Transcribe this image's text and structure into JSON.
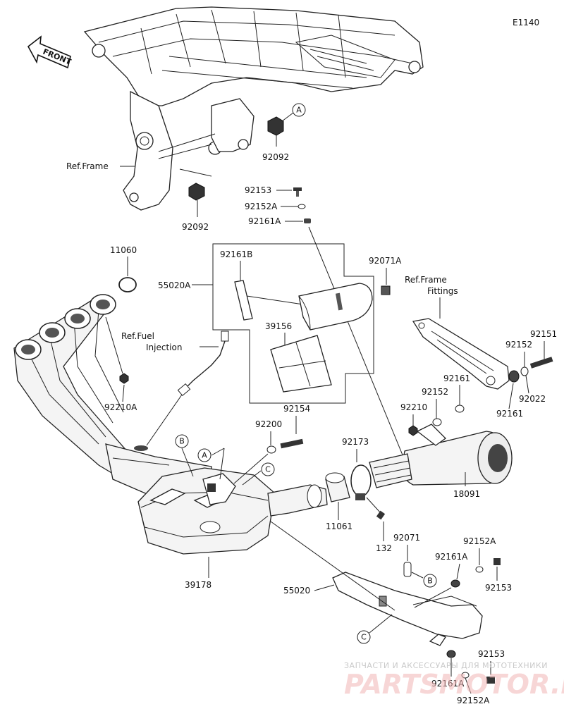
{
  "diagram_code": "E1140",
  "front_label": "FRONT",
  "labels": {
    "ref_frame_top": "Ref.Frame",
    "ref_frame_fittings_1": "Ref.Frame",
    "ref_frame_fittings_2": "Fittings",
    "ref_fuel_1": "Ref.Fuel",
    "ref_fuel_2": "Injection"
  },
  "part_numbers": {
    "p92092_a": "92092",
    "p92092_b": "92092",
    "p92153_top": "92153",
    "p92152A_top": "92152A",
    "p92161A_top": "92161A",
    "p11060": "11060",
    "p92161B": "92161B",
    "p55020A": "55020A",
    "p92071A": "92071A",
    "p39156": "39156",
    "p92151": "92151",
    "p92152_r1": "92152",
    "p92161_r1": "92161",
    "p92022": "92022",
    "p92152_r2": "92152",
    "p92161_r2": "92161",
    "p92210": "92210",
    "p92210A": "92210A",
    "p92154": "92154",
    "p92200": "92200",
    "p92173": "92173",
    "p18091": "18091",
    "p11061": "11061",
    "p132": "132",
    "p92071": "92071",
    "p92152A_bot": "92152A",
    "p92161A_bot": "92161A",
    "p92153_bot": "92153",
    "p55020": "55020",
    "p39178": "39178",
    "p92153_bot2": "92153",
    "p92161A_bot2": "92161A",
    "p92152A_bot2": "92152A"
  },
  "callouts": {
    "a_top": "A",
    "a_mid": "A",
    "b_mid": "B",
    "c_mid": "C",
    "b_bot": "B",
    "c_bot": "C"
  },
  "watermark": {
    "line1": "ЗАПЧАСТИ И АКСЕССУАРЫ ДЛЯ МОТОТЕХНИКИ",
    "line2": "PARTSMOTOR.RU"
  }
}
